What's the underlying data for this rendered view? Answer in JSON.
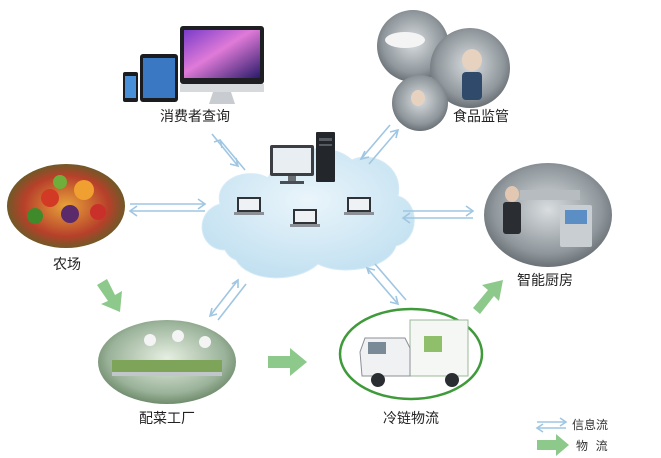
{
  "nodes": {
    "consumer": "消费者查询",
    "food_supervision": "食品监管",
    "farm": "农场",
    "smart_kitchen": "智能厨房",
    "vegetable_factory": "配菜工厂",
    "cold_chain": "冷链物流"
  },
  "legend": {
    "info_flow": "信息流",
    "logistics": "物  流"
  },
  "colors": {
    "cloud": "#cfe7f4",
    "info_arrow": "#9fc6e2",
    "logistics_arrow": "#8dc98b",
    "label": "#222222"
  }
}
